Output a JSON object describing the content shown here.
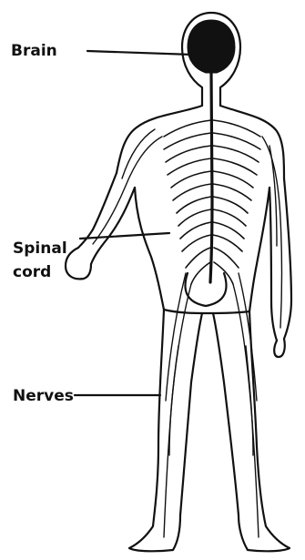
{
  "diagram": {
    "labels": {
      "brain": "Brain",
      "spinal_line1": "Spinal",
      "spinal_line2": "cord",
      "nerves": "Nerves"
    },
    "colors": {
      "ink": "#111111",
      "background": "#ffffff"
    }
  }
}
